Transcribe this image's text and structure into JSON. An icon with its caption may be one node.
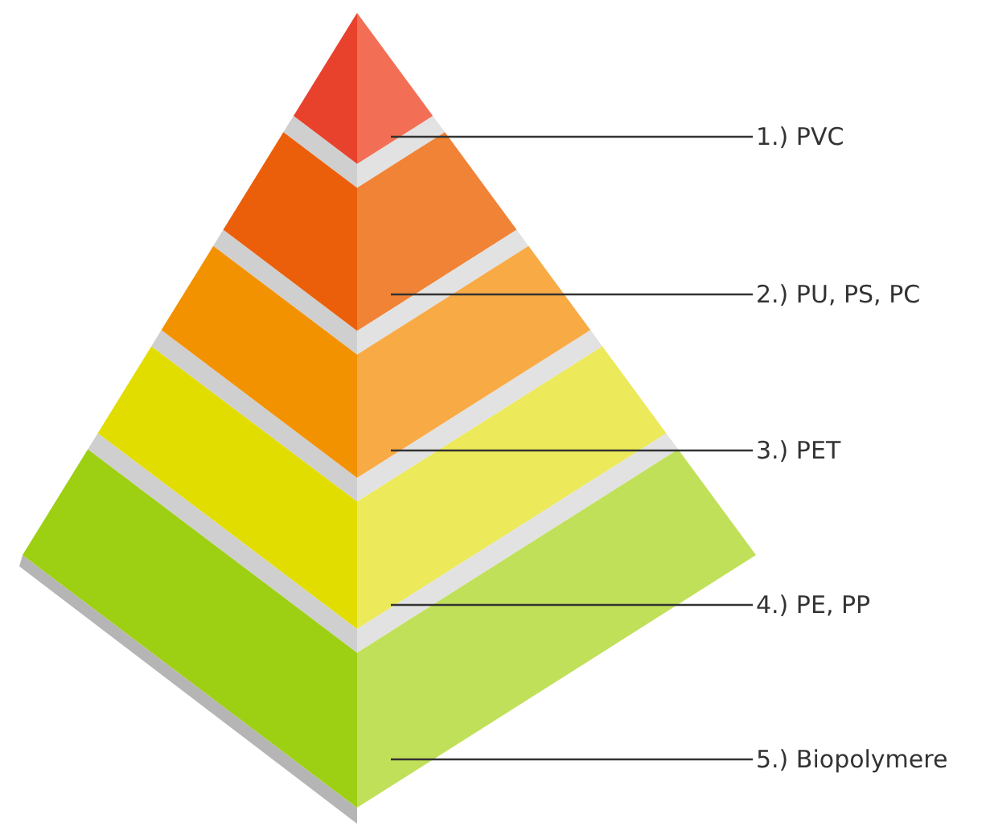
{
  "diagram": {
    "nodes": [
      {
        "text": [
          "1.) PVC"
        ]
      },
      {
        "text": [
          "2.) PU, PS, PC"
        ]
      },
      {
        "text": [
          "3.) PET"
        ]
      },
      {
        "text": [
          "4.) PE, PP"
        ]
      },
      {
        "text": [
          "5.) Biopolymere"
        ]
      },
      {
        "text": [],
        "shape": "bar"
      },
      {
        "text": [],
        "shape": "bar"
      },
      {
        "text": [],
        "shape": "bar"
      },
      {
        "text": [],
        "shape": "bar"
      },
      {
        "text": [],
        "shape": "bar"
      }
    ],
    "edges": [
      {
        "from": 0,
        "to": 5,
        "arrow": "none"
      },
      {
        "from": 1,
        "to": 6,
        "arrow": "none"
      },
      {
        "from": 2,
        "to": 7,
        "arrow": "none"
      },
      {
        "from": 3,
        "to": 8,
        "arrow": "none"
      },
      {
        "from": 4,
        "to": 9,
        "arrow": "none"
      }
    ]
  }
}
